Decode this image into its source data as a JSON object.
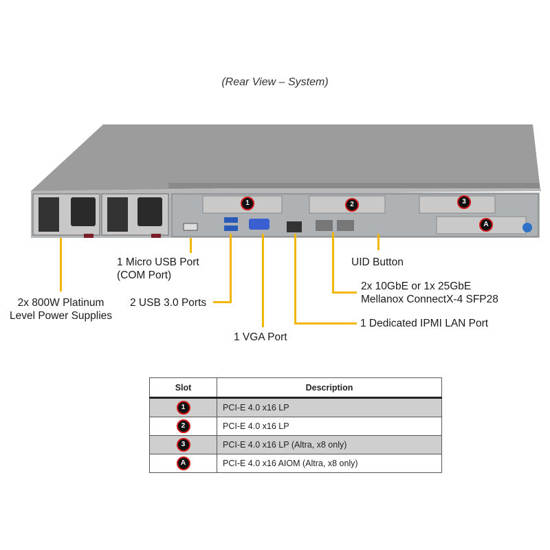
{
  "title": "(Rear View – System)",
  "callouts": {
    "micro_usb_1": "1 Micro USB Port",
    "micro_usb_2": "(COM Port)",
    "psu_1": "2x 800W Platinum",
    "psu_2": "Level Power Supplies",
    "usb3": "2 USB 3.0 Ports",
    "vga": "1 VGA Port",
    "uid": "UID Button",
    "sfp_1": "2x 10GbE or 1x 25GbE",
    "sfp_2": "Mellanox  ConnectX-4  SFP28",
    "ipmi": "1 Dedicated IPMI  LAN Port"
  },
  "slot_badges": [
    "1",
    "2",
    "3",
    "A"
  ],
  "accent_color": "#f2b705",
  "table": {
    "headers": [
      "Slot",
      "Description"
    ],
    "rows": [
      {
        "slot": "1",
        "desc": "PCI-E 4.0 x16 LP"
      },
      {
        "slot": "2",
        "desc": "PCI-E 4.0 x16 LP"
      },
      {
        "slot": "3",
        "desc": "PCI-E 4.0 x16 LP (Altra, x8 only)"
      },
      {
        "slot": "A",
        "desc": "PCI-E 4.0 x16 AIOM (Altra, x8 only)"
      }
    ]
  }
}
